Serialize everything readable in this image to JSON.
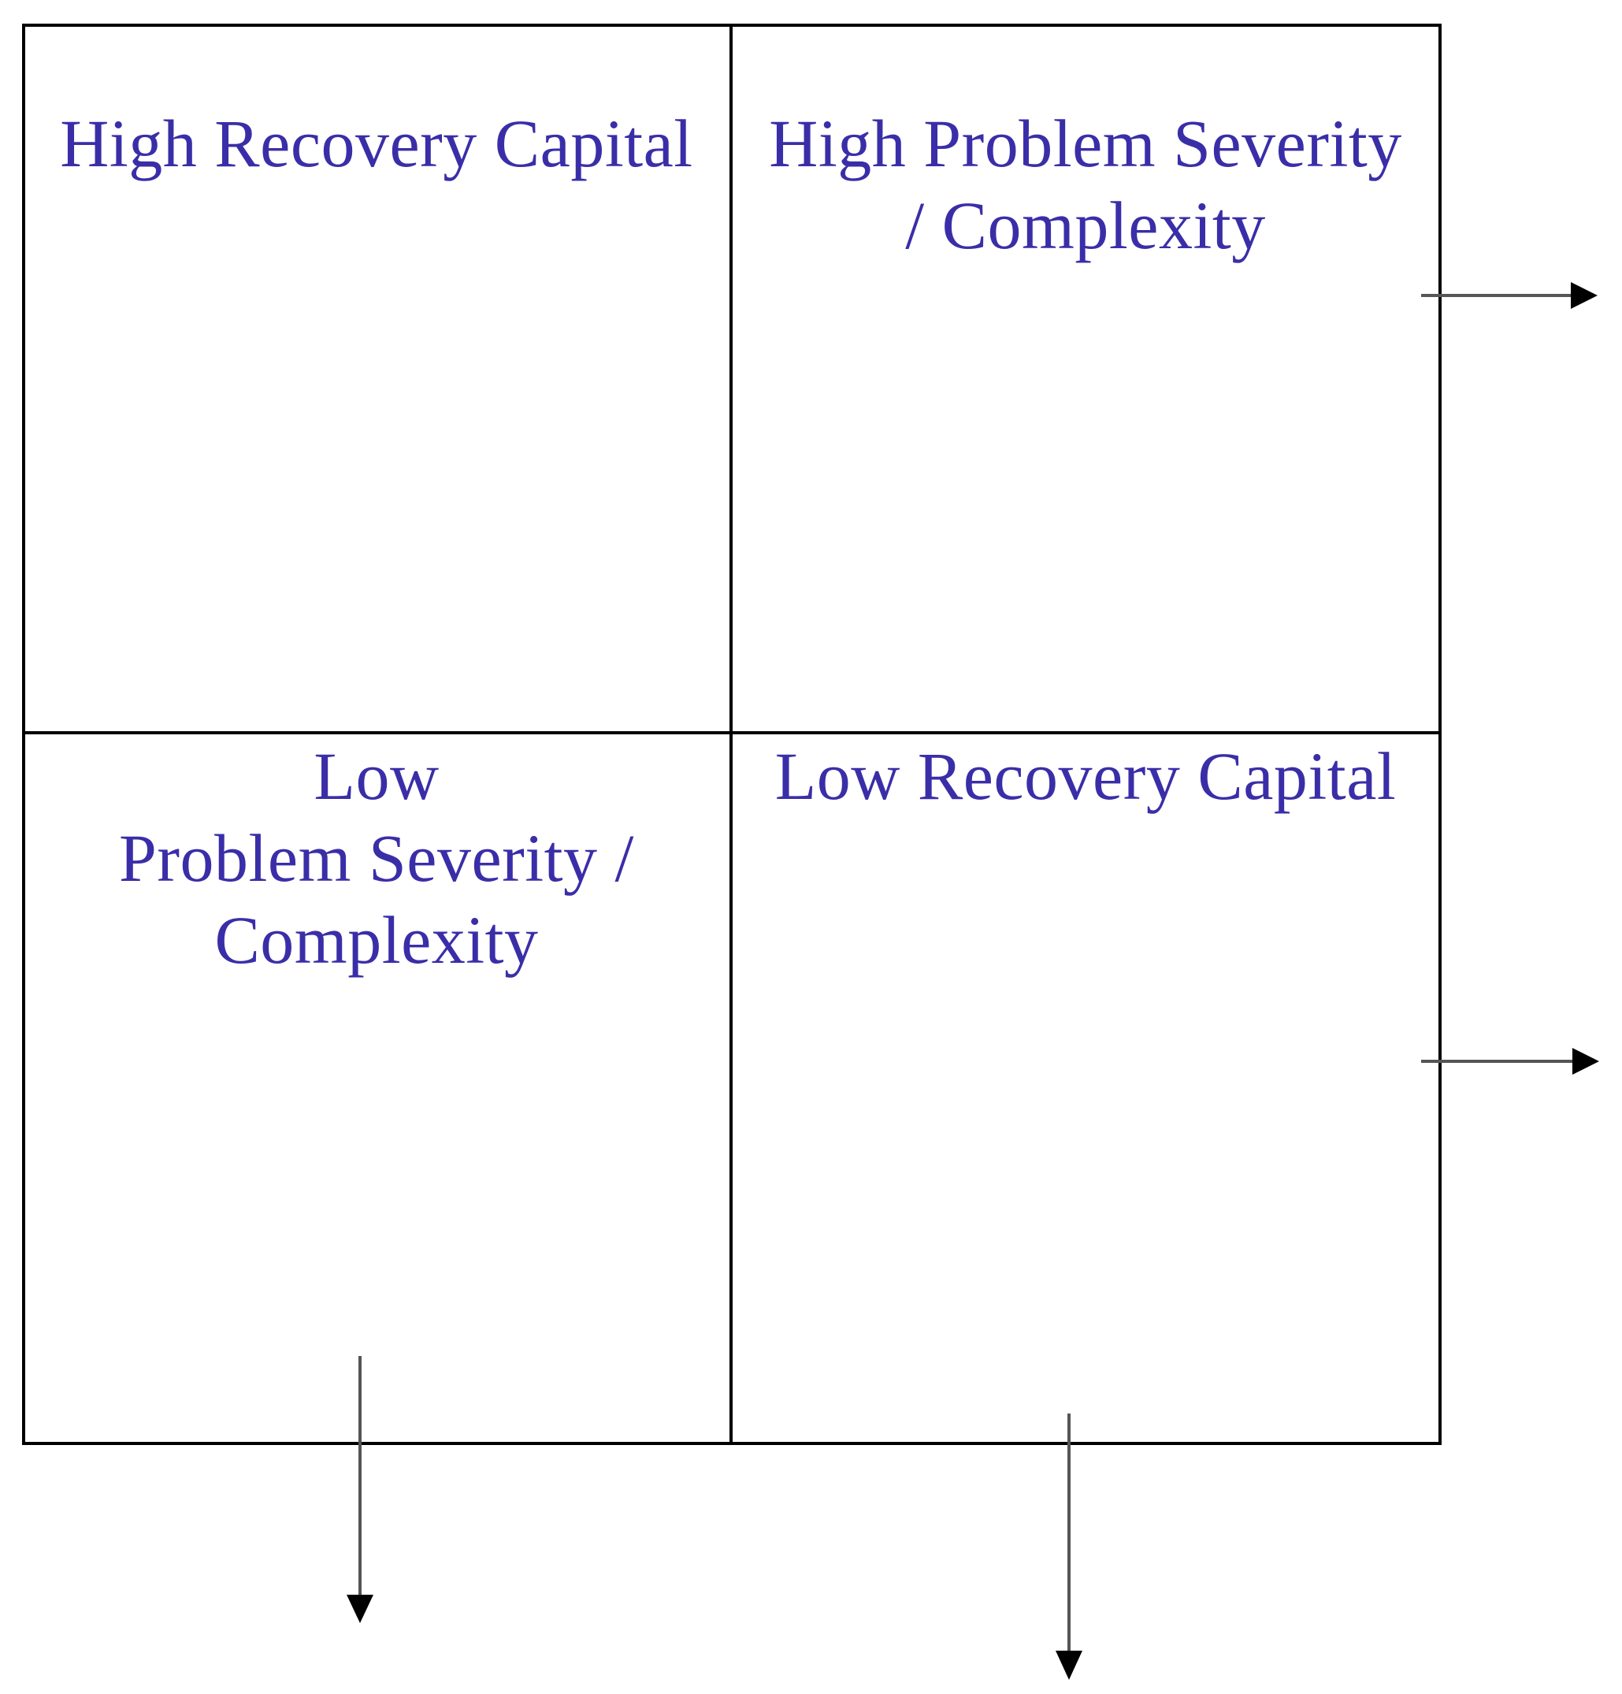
{
  "quadrants": {
    "top_left": {
      "lines": [
        "High Recovery Capital"
      ]
    },
    "top_right": {
      "lines": [
        "High Problem Severity",
        "/ Complexity"
      ]
    },
    "bottom_left": {
      "lines": [
        "Low",
        "Problem Severity /",
        "Complexity"
      ]
    },
    "bottom_right": {
      "lines": [
        "Low Recovery Capital"
      ]
    }
  },
  "colors": {
    "label": "#3a2ea8",
    "grid": "#000000",
    "arrow": "#555555"
  }
}
